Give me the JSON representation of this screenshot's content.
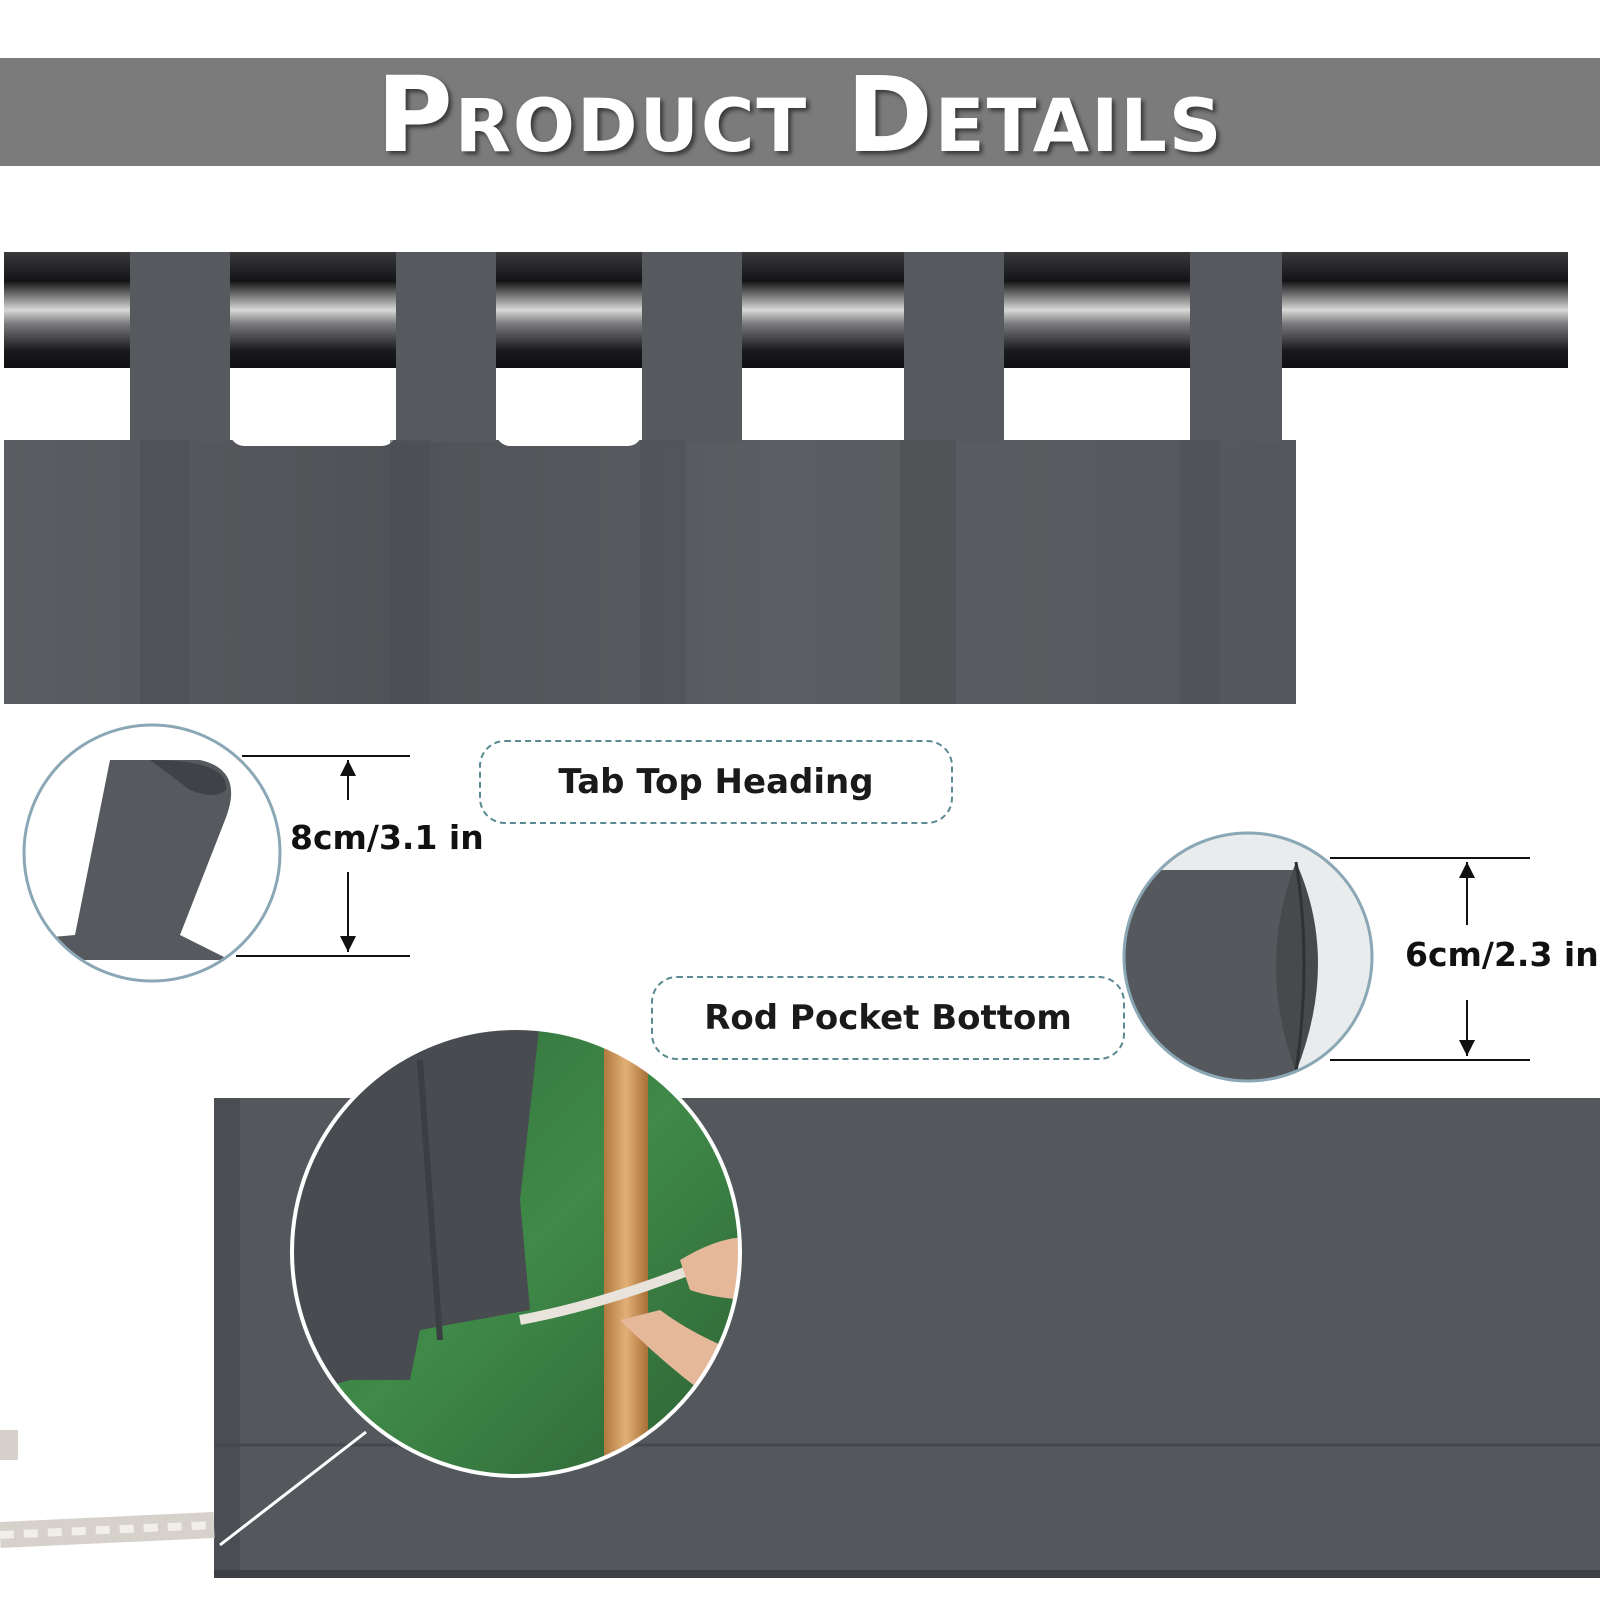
{
  "banner": {
    "title": "Product Details"
  },
  "callouts": {
    "tab_top": "Tab Top Heading",
    "rod_pocket": "Rod Pocket Bottom"
  },
  "dimensions": {
    "tab_height": "8cm/3.1 in",
    "pocket_height": "6cm/2.3 in"
  },
  "colors": {
    "banner": "#7b7b7b",
    "fabric": "#55585c",
    "rod": "#1e1e20",
    "callout_border": "#5b8a92"
  }
}
